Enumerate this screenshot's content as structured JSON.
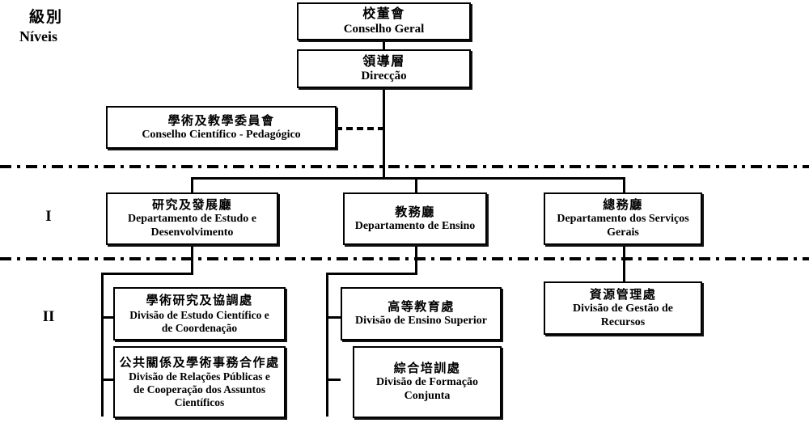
{
  "header": {
    "zh": "級別",
    "pt": "Níveis"
  },
  "levels": [
    {
      "label": "I"
    },
    {
      "label": "II"
    }
  ],
  "nodes": {
    "conselho_geral": {
      "zh": "校董會",
      "pt": "Conselho Geral"
    },
    "direccao": {
      "zh": "領導層",
      "pt": "Direcção"
    },
    "conselho_cp": {
      "zh": "學術及教學委員會",
      "pt": "Conselho Científico - Pedagógico"
    },
    "dep_estudo": {
      "zh": "研究及發展廳",
      "pt_l1": "Departamento de Estudo e",
      "pt_l2": "Desenvolvimento"
    },
    "dep_ensino": {
      "zh": "教務廳",
      "pt": "Departamento de Ensino"
    },
    "dep_gerais": {
      "zh": "總務廳",
      "pt_l1": "Departamento dos Serviços",
      "pt_l2": "Gerais"
    },
    "div_estudo_cient": {
      "zh": "學術研究及協調處",
      "pt_l1": "Divisão de Estudo Científico e",
      "pt_l2": "de Coordenação"
    },
    "div_relacoes": {
      "zh": "公共關係及學術事務合作處",
      "pt_l1": "Divisão de Relações Públicas e",
      "pt_l2": "de Cooperação dos Assuntos",
      "pt_l3": "Científicos"
    },
    "div_ensino_sup": {
      "zh": "高等教育處",
      "pt": "Divisão de Ensino Superior"
    },
    "div_formacao": {
      "zh": "綜合培訓處",
      "pt_l1": "Divisão de Formação",
      "pt_l2": "Conjunta"
    },
    "div_gestao": {
      "zh": "資源管理處",
      "pt_l1": "Divisão de Gestão de",
      "pt_l2": "Recursos"
    }
  },
  "colors": {
    "line": "#000000",
    "box_border": "#000000",
    "background": "#ffffff"
  }
}
